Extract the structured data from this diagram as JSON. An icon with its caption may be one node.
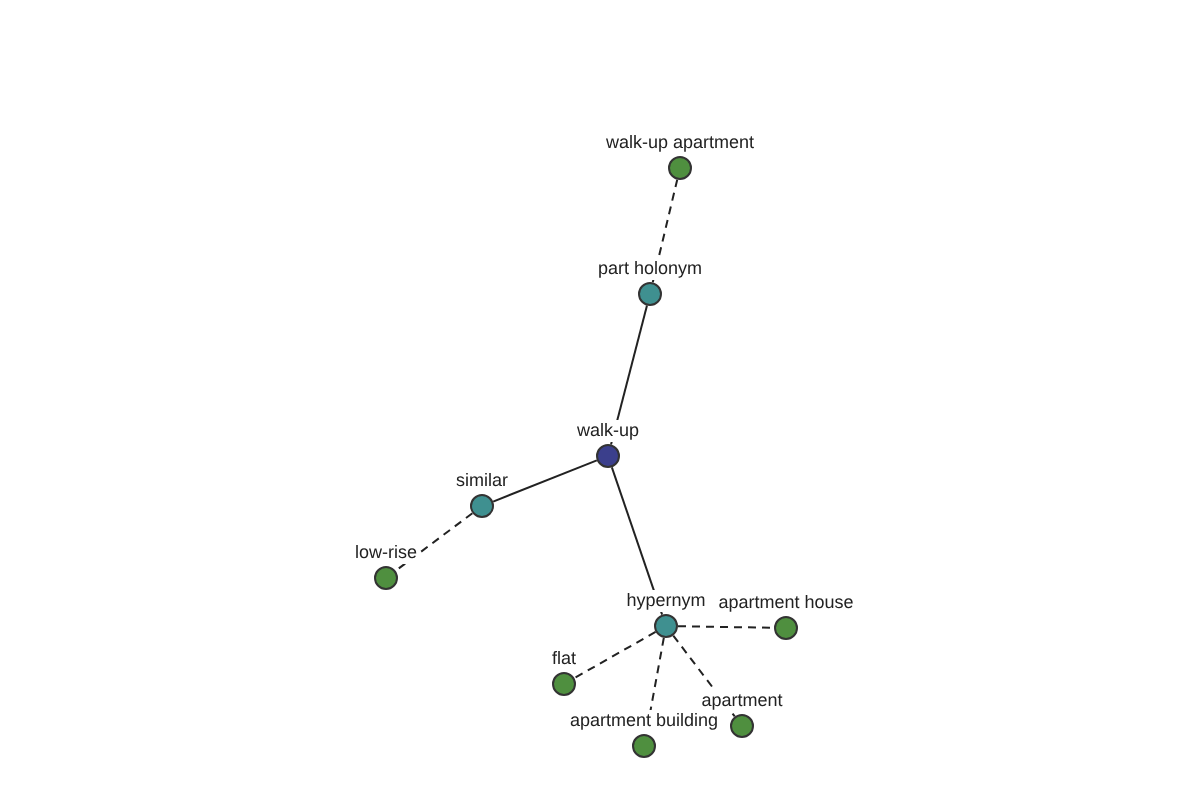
{
  "diagram": {
    "nodes": [
      {
        "text": [
          "walk-up apartment"
        ]
      },
      {
        "text": [
          "part holonym"
        ]
      },
      {
        "text": [
          "walk-up"
        ]
      },
      {
        "text": [
          "similar"
        ]
      },
      {
        "text": [
          "low-rise"
        ]
      },
      {
        "text": [
          "hypernym"
        ]
      },
      {
        "text": [
          "apartment house"
        ]
      },
      {
        "text": [
          "flat"
        ]
      },
      {
        "text": [
          "apartment building"
        ]
      },
      {
        "text": [
          "apartment"
        ]
      }
    ],
    "edges": [
      {
        "from": 2,
        "to": 1,
        "arrow": "none"
      },
      {
        "from": 1,
        "to": 0,
        "arrow": "none",
        "style": "dashed"
      },
      {
        "from": 2,
        "to": 3,
        "arrow": "none"
      },
      {
        "from": 3,
        "to": 4,
        "arrow": "none",
        "style": "dashed"
      },
      {
        "from": 2,
        "to": 5,
        "arrow": "none"
      },
      {
        "from": 5,
        "to": 6,
        "arrow": "none",
        "style": "dashed"
      },
      {
        "from": 5,
        "to": 7,
        "arrow": "none",
        "style": "dashed"
      },
      {
        "from": 5,
        "to": 8,
        "arrow": "none",
        "style": "dashed"
      },
      {
        "from": 5,
        "to": 9,
        "arrow": "none",
        "style": "dashed"
      }
    ]
  }
}
